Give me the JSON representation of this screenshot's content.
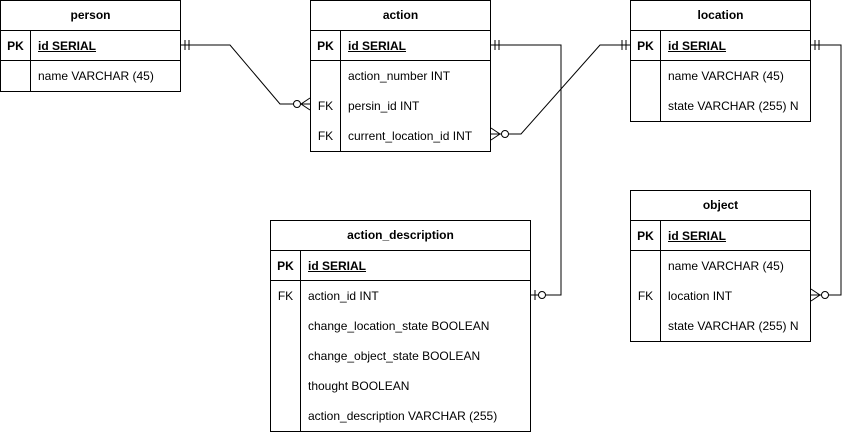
{
  "entities": {
    "person": {
      "title": "person",
      "rows": [
        {
          "key": "PK",
          "field": "id SERIAL"
        },
        {
          "key": "",
          "field": "name VARCHAR (45)"
        }
      ]
    },
    "action": {
      "title": "action",
      "rows": [
        {
          "key": "PK",
          "field": "id SERIAL"
        },
        {
          "key": "",
          "field": "action_number INT"
        },
        {
          "key": "FK",
          "field": "persin_id INT"
        },
        {
          "key": "FK",
          "field": "current_location_id INT"
        }
      ]
    },
    "location": {
      "title": "location",
      "rows": [
        {
          "key": "PK",
          "field": "id SERIAL"
        },
        {
          "key": "",
          "field": "name VARCHAR (45)"
        },
        {
          "key": "",
          "field": "state VARCHAR (255) N"
        }
      ]
    },
    "object": {
      "title": "object",
      "rows": [
        {
          "key": "PK",
          "field": "id SERIAL"
        },
        {
          "key": "",
          "field": "name VARCHAR (45)"
        },
        {
          "key": "FK",
          "field": "location INT"
        },
        {
          "key": "",
          "field": "state VARCHAR (255) N"
        }
      ]
    },
    "action_description": {
      "title": "action_description",
      "rows": [
        {
          "key": "PK",
          "field": "id SERIAL"
        },
        {
          "key": "FK",
          "field": "action_id INT"
        },
        {
          "key": "",
          "field": "change_location_state BOOLEAN"
        },
        {
          "key": "",
          "field": "change_object_state BOOLEAN"
        },
        {
          "key": "",
          "field": "thought BOOLEAN"
        },
        {
          "key": "",
          "field": "action_description VARCHAR (255)"
        }
      ]
    }
  },
  "relationships": [
    {
      "from": "person.id",
      "to": "action.persin_id",
      "cardinality": "one-to-zero-or-many"
    },
    {
      "from": "location.id",
      "to": "action.current_location_id",
      "cardinality": "one-to-zero-or-many"
    },
    {
      "from": "action.id",
      "to": "action_description.action_id",
      "cardinality": "one-to-zero-or-one"
    },
    {
      "from": "location.id",
      "to": "object.location",
      "cardinality": "one-to-zero-or-many"
    }
  ],
  "colors": {
    "line": "#000000",
    "background": "#ffffff"
  }
}
